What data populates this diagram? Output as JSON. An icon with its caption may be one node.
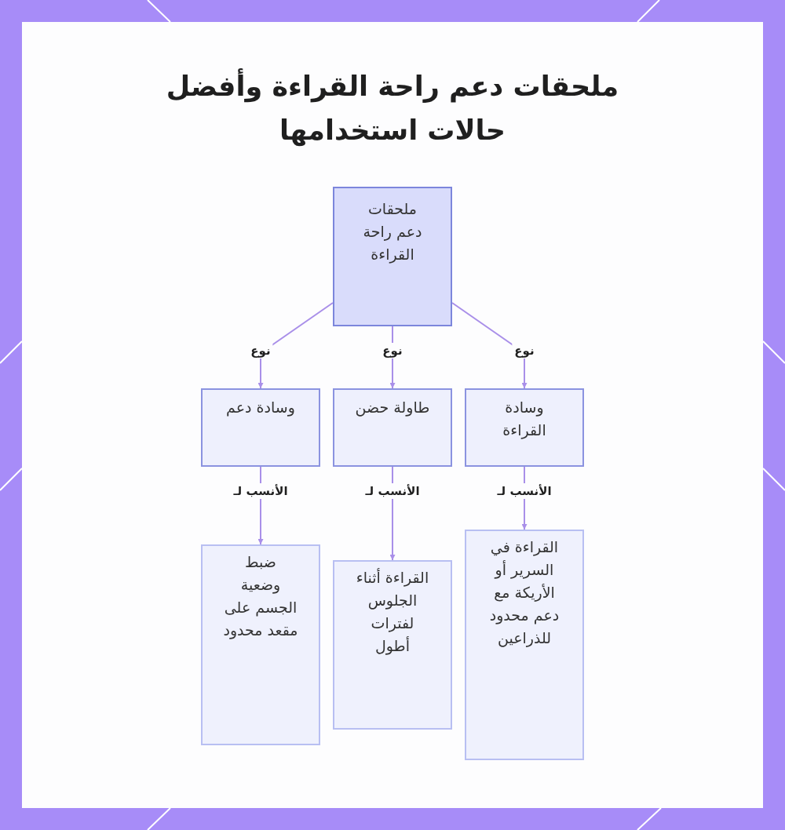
{
  "diagram": {
    "title": "ملحقات دعم راحة القراءة وأفضل حالات استخدامها",
    "nodes": [
      {
        "text": [
          "ملحقات دعم راحة القراءة"
        ]
      },
      {
        "text": [
          "وسادة القراءة"
        ]
      },
      {
        "text": [
          "طاولة حضن"
        ]
      },
      {
        "text": [
          "وسادة دعم"
        ]
      },
      {
        "text": [
          "القراءة في السرير أو الأريكة مع دعم محدود للذراعين"
        ]
      },
      {
        "text": [
          "القراءة أثناء الجلوس لفترات أطول"
        ]
      },
      {
        "text": [
          "ضبط وضعية الجسم على مقعد محدود"
        ]
      }
    ],
    "edges": [
      {
        "from": 0,
        "to": 1,
        "arrow": "to",
        "label": "نوع"
      },
      {
        "from": 0,
        "to": 2,
        "arrow": "to",
        "label": "نوع"
      },
      {
        "from": 0,
        "to": 3,
        "arrow": "to",
        "label": "نوع"
      },
      {
        "from": 1,
        "to": 4,
        "arrow": "to",
        "label": "الأنسب لـ"
      },
      {
        "from": 2,
        "to": 5,
        "arrow": "to",
        "label": "الأنسب لـ"
      },
      {
        "from": 3,
        "to": 6,
        "arrow": "to",
        "label": "الأنسب لـ"
      }
    ]
  }
}
